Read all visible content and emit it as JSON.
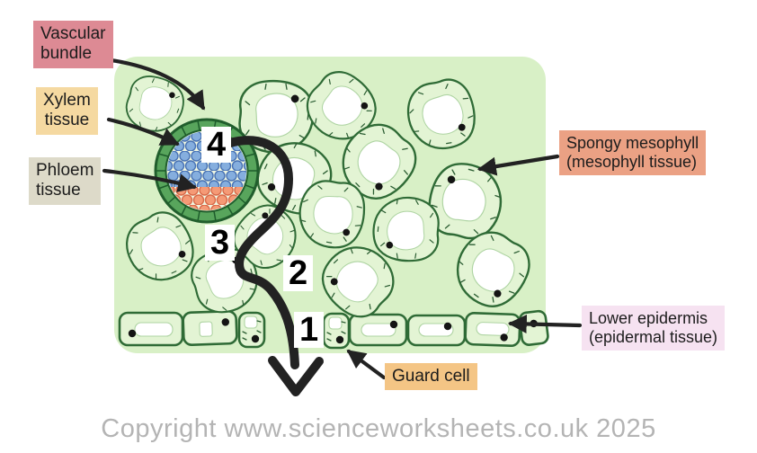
{
  "labels": {
    "vascular_bundle": {
      "line1": "Vascular",
      "line2": "bundle",
      "bg": "#dd8a94"
    },
    "xylem": {
      "line1": "Xylem",
      "line2": "tissue",
      "bg": "#f5d9a1"
    },
    "phloem": {
      "line1": "Phloem",
      "line2": "tissue",
      "bg": "#dddac9"
    },
    "spongy_mesophyll": {
      "line1": "Spongy mesophyll",
      "line2": "(mesophyll tissue)",
      "bg": "#eba184"
    },
    "lower_epidermis": {
      "line1": "Lower epidermis",
      "line2": "(epidermal tissue)",
      "bg": "#f6e2f1"
    },
    "guard_cell": {
      "text": "Guard cell",
      "bg": "#f4c585"
    }
  },
  "steps": {
    "step1": "1",
    "step2": "2",
    "step3": "3",
    "step4": "4"
  },
  "footer": {
    "copyright": "Copyright www.scienceworksheets.co.uk 2025"
  },
  "colors": {
    "leaf_background": "#d8f0c6",
    "cell_fill": "#e3f4d4",
    "cell_outline": "#2f6b36",
    "vacuole_fill": "#ffffff",
    "bundle_ring": "#58a55c",
    "bundle_inner": "#f0f7e2",
    "xylem_fill": "#85aede",
    "xylem_stroke": "#4872b4",
    "phloem_fill": "#f59a76",
    "phloem_stroke": "#d96a4a",
    "arrow": "#222222"
  }
}
